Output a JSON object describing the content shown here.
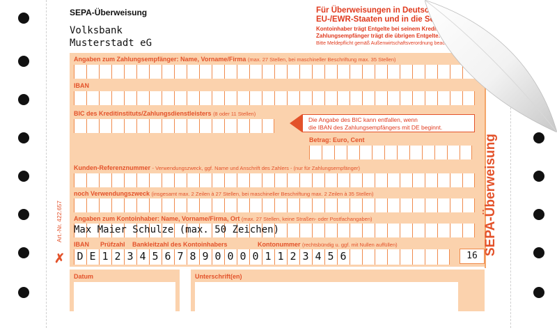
{
  "form": {
    "title": "SEPA-Überweisung",
    "bank_line1": "Volksbank",
    "bank_line2": "Musterstadt eG",
    "top_right_line1": "Für Überweisungen in Deutschland, in andere",
    "top_right_line2": "EU-/EWR-Staaten und in die Schweiz in Euro.",
    "top_right_note1": "Kontoinhaber trägt Entgelte bei seinem Kreditinstitut;",
    "top_right_note2": "Zahlungsempfänger trägt die übrigen Entgelte.",
    "top_right_note3": "Bitte Meldepflicht gemäß Außenwirtschaftsverordnung beachten!",
    "payee_label": "Angaben zum Zahlungsempfänger: Name, Vorname/Firma",
    "payee_hint": "(max. 27 Stellen, bei maschineller Beschriftung max. 35 Stellen)",
    "iban_label": "IBAN",
    "bic_label": "BIC des Kreditinstituts/Zahlungsdienstleisters",
    "bic_hint": "(8 oder 11 Stellen)",
    "bic_note1": "Die Angabe des BIC kann entfallen, wenn",
    "bic_note2": "die IBAN des Zahlungsempfängers mit DE beginnt.",
    "amount_label": "Betrag: Euro, Cent",
    "reference_label": "Kunden-Referenznummer",
    "reference_hint": "- Verwendungszweck, ggf. Name und Anschrift des Zahlers - (nur für Zahlungsempfänger)",
    "purpose_label": "noch Verwendungszweck",
    "purpose_hint": "(insgesamt max. 2 Zeilen à 27 Stellen, bei maschineller Beschriftung max. 2 Zeilen à 35 Stellen)",
    "holder_label": "Angaben zum Kontoinhaber: Name, Vorname/Firma, Ort",
    "holder_hint": "(max. 27 Stellen, keine Straßen- oder Postfachangaben)",
    "holder_value": "Max Maier Schulze (max. 50 Zeichen)",
    "iban2_label": "IBAN",
    "pruefzahl_label": "Prüfzahl",
    "blz_label": "Bankleitzahl des Kontoinhabers",
    "konto_label": "Kontonummer",
    "konto_hint": "(rechtsbündig u. ggf. mit Nullen auffüllen)",
    "iban_value": [
      "D",
      "E",
      "1",
      "2",
      "3",
      "4",
      "5",
      "6",
      "7",
      "8",
      "9",
      "0",
      "0",
      "0",
      "0",
      "1",
      "1",
      "2",
      "3",
      "4",
      "5",
      "6"
    ],
    "form_code": "16",
    "date_label": "Datum",
    "signature_label": "Unterschrift(en)",
    "vertical_title": "SEPA-Überweisung",
    "article_no": "Art.-Nr. 422.657"
  },
  "colors": {
    "accent": "#e3522a",
    "band": "#fbd2ad",
    "ruler": "#f4a66a"
  }
}
